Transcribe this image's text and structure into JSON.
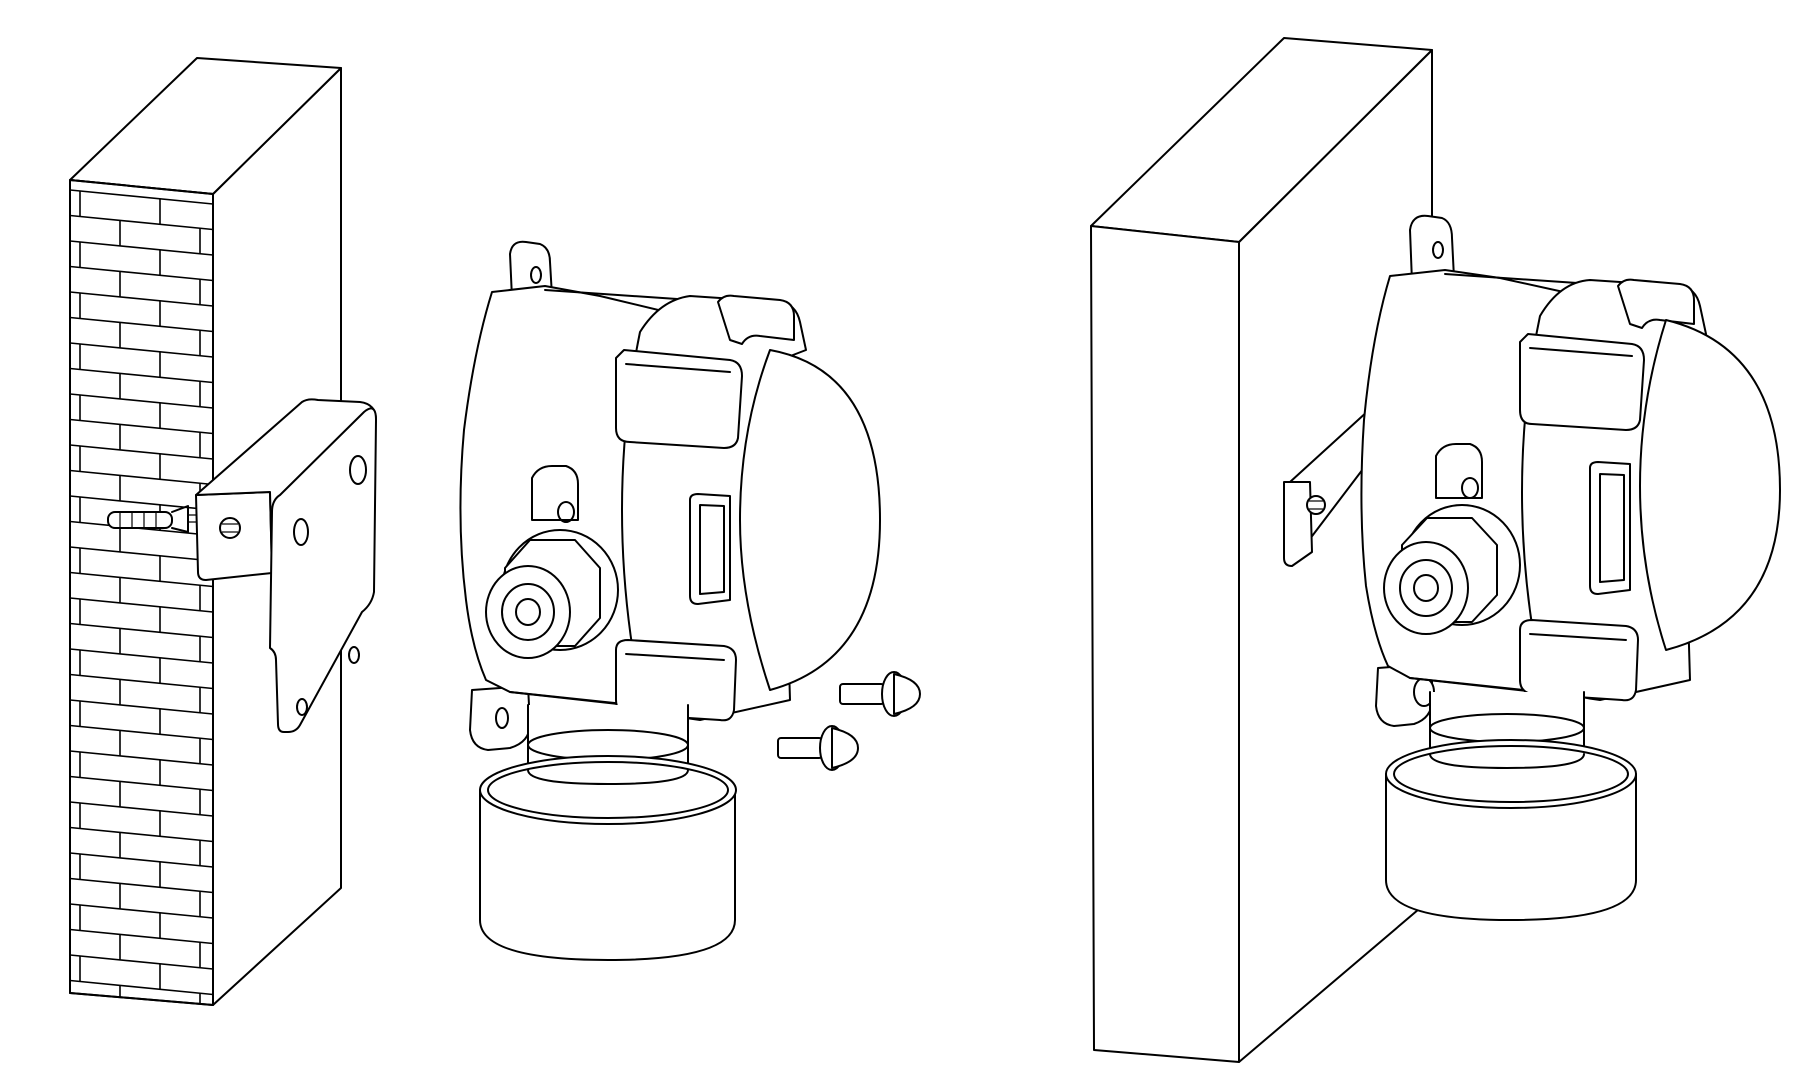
{
  "figure": {
    "panels": [
      {
        "id": "before",
        "wall": "brick",
        "state": "exploded",
        "parts": [
          "wall-block",
          "expansion-anchor",
          "mounting-bracket",
          "detector-housing",
          "dome-cover",
          "cable-gland",
          "sensor-cup",
          "bracket-screws"
        ]
      },
      {
        "id": "after",
        "wall": "plain",
        "state": "assembled",
        "parts": [
          "wall-block",
          "mounting-bracket",
          "detector-housing",
          "dome-cover",
          "cable-gland",
          "sensor-cup"
        ]
      }
    ],
    "colors": {
      "line": "#000000",
      "fill": "#ffffff"
    }
  }
}
